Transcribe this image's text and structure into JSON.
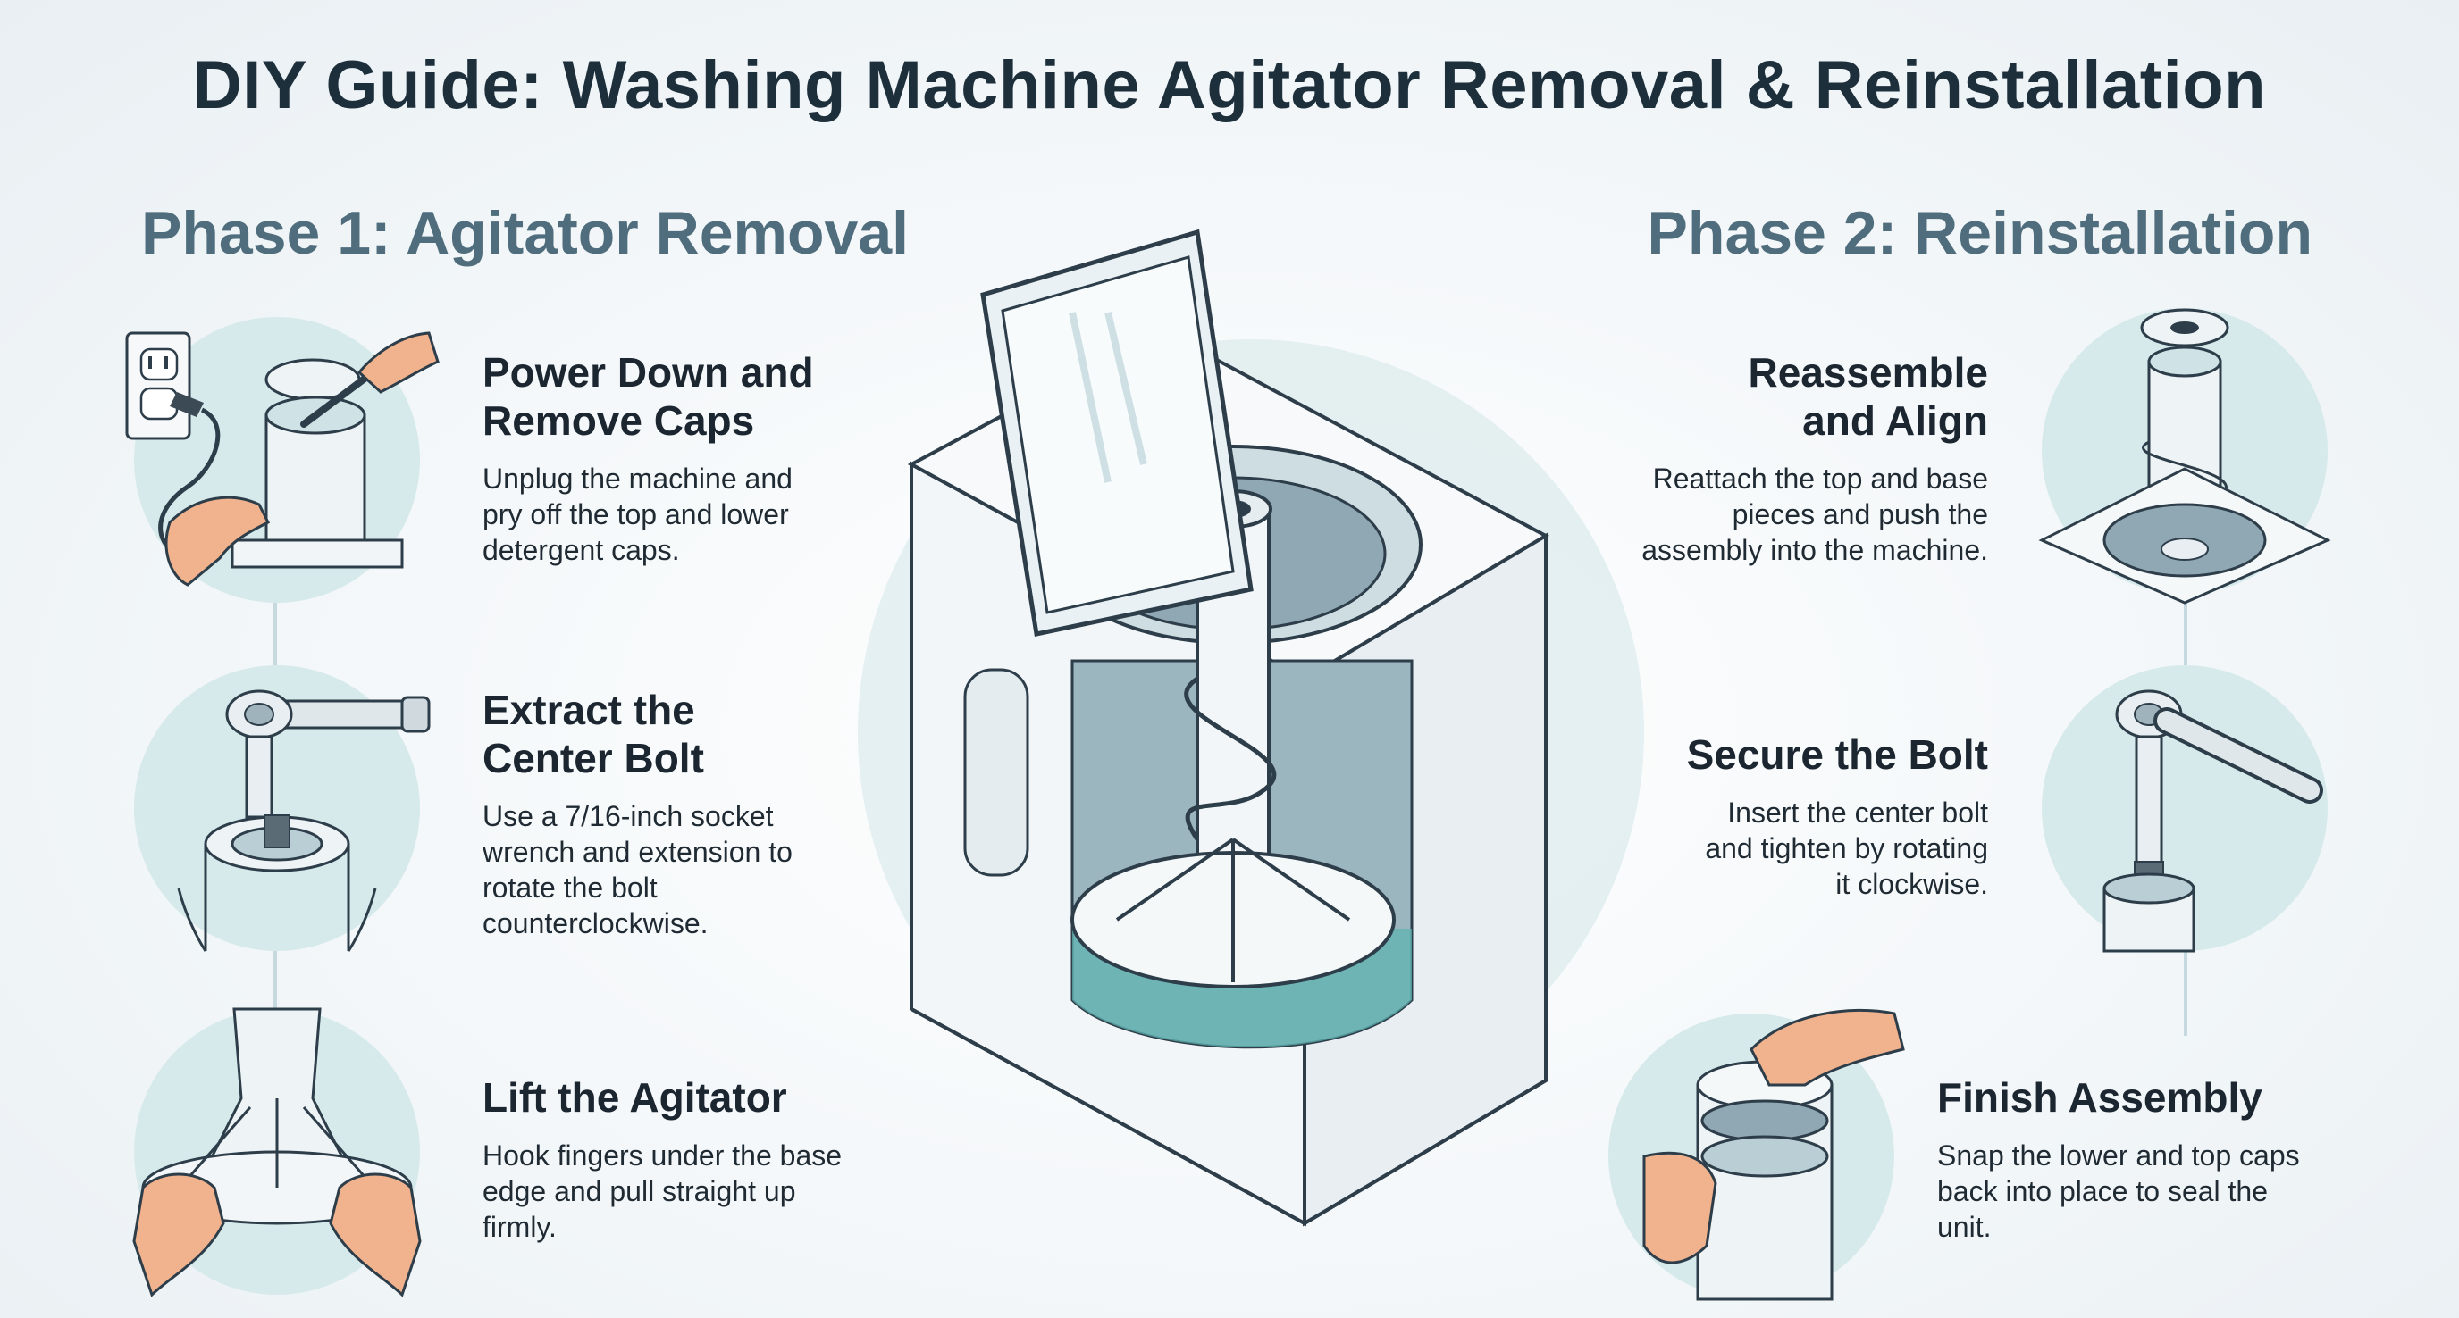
{
  "title": "DIY Guide: Washing Machine Agitator Removal & Reinstallation",
  "phases": {
    "left": "Phase 1: Agitator Removal",
    "right": "Phase 2: Reinstallation"
  },
  "steps": {
    "power_down": {
      "title": "Power Down and\nRemove Caps",
      "body": "Unplug the machine and\npry off the top and lower\ndetergent caps."
    },
    "extract_bolt": {
      "title": "Extract the\nCenter Bolt",
      "body": "Use a 7/16-inch socket\nwrench and extension to\nrotate the bolt\ncounterclockwise."
    },
    "lift_agitator": {
      "title": "Lift the Agitator",
      "body": "Hook fingers under the base\nedge and pull straight up\nfirmly."
    },
    "reassemble": {
      "title": "Reassemble\nand Align",
      "body": "Reattach the top and base\npieces and push the\nassembly into the machine."
    },
    "secure_bolt": {
      "title": "Secure the Bolt",
      "body": "Insert the center bolt\nand tighten by rotating\nit clockwise."
    },
    "finish_assembly": {
      "title": "Finish Assembly",
      "body": "Snap the lower and top caps\nback into place to seal the\nunit."
    }
  },
  "icons": {
    "outlet": "power-outlet-icon",
    "wrench": "socket-wrench-icon",
    "hands": "hands-icon",
    "agitator": "agitator-icon"
  },
  "colors": {
    "accent_teal": "#bfdcde",
    "circle_fill": "#d7eaeb",
    "outline": "#2d3e4a",
    "heading": "#4f6d7d",
    "title": "#1e2f3c",
    "skin": "#f1b38e"
  }
}
